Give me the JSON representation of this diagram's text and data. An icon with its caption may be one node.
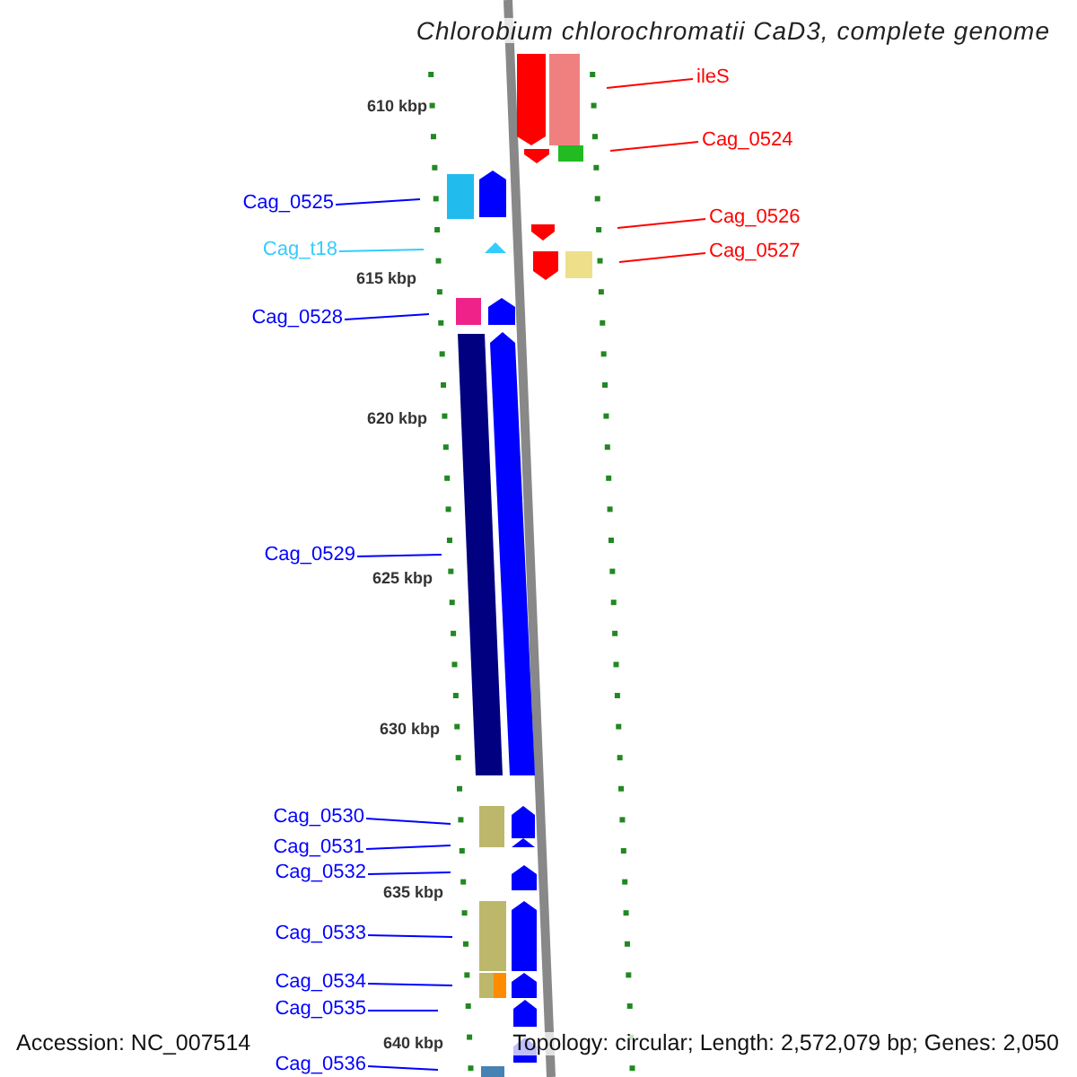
{
  "diagram": {
    "title": "Chlorobium chlorochromatii CaD3, complete genome",
    "nodes": [
      {
        "text": [
          "ileS"
        ]
      },
      {
        "text": [
          "Cag_0524"
        ]
      },
      {
        "text": [
          "Cag_0525"
        ]
      },
      {
        "text": [
          "Cag_t18"
        ]
      },
      {
        "text": [
          "Cag_0526"
        ]
      },
      {
        "text": [
          "Cag_0527"
        ]
      },
      {
        "text": [
          "Cag_0528"
        ]
      },
      {
        "text": [
          "Cag_0529"
        ]
      },
      {
        "text": [
          "Cag_0530"
        ]
      },
      {
        "text": [
          "Cag_0531"
        ]
      },
      {
        "text": [
          "Cag_0532"
        ]
      },
      {
        "text": [
          "Cag_0533"
        ]
      },
      {
        "text": [
          "Cag_0534"
        ]
      },
      {
        "text": [
          "Cag_0535"
        ]
      },
      {
        "text": [
          "Cag_0536"
        ]
      }
    ],
    "edges": [
      {
        "from": 0,
        "to": null,
        "arrow": "none",
        "color": "#ff0000"
      },
      {
        "from": 1,
        "to": null,
        "arrow": "none",
        "color": "#ff0000"
      },
      {
        "from": 2,
        "to": null,
        "arrow": "none"
      },
      {
        "from": 3,
        "to": null,
        "arrow": "none",
        "color": "#33ccff"
      },
      {
        "from": 4,
        "to": null,
        "arrow": "none",
        "color": "#ff0000"
      },
      {
        "from": 5,
        "to": null,
        "arrow": "none",
        "color": "#ff0000"
      },
      {
        "from": 6,
        "to": null,
        "arrow": "none"
      },
      {
        "from": 7,
        "to": null,
        "arrow": "none"
      },
      {
        "from": 8,
        "to": null,
        "arrow": "none"
      },
      {
        "from": 9,
        "to": null,
        "arrow": "none"
      },
      {
        "from": 10,
        "to": null,
        "arrow": "none"
      },
      {
        "from": 11,
        "to": null,
        "arrow": "none"
      },
      {
        "from": 12,
        "to": null,
        "arrow": "none"
      },
      {
        "from": 13,
        "to": null,
        "arrow": "none"
      },
      {
        "from": 14,
        "to": null,
        "arrow": "none"
      }
    ],
    "labels": [
      "610 kbp",
      "615 kbp",
      "620 kbp",
      "625 kbp",
      "630 kbp",
      "635 kbp",
      "640 kbp",
      "Accession: NC_007514",
      "Topology: circular; Length: 2,572,079 bp; Genes: 2,050"
    ]
  }
}
